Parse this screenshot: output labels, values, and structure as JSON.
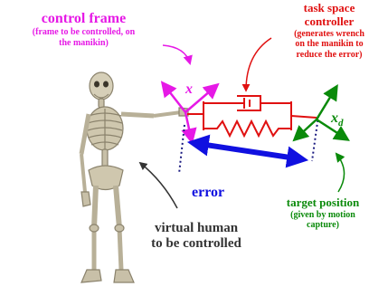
{
  "labels": {
    "control_frame_title": "control frame",
    "control_frame_note_line1": "(frame to be controlled, on",
    "control_frame_note_line2": "the manikin)",
    "controller_title_line1": "task space",
    "controller_title_line2": "controller",
    "controller_note_line1": "(generates wrench",
    "controller_note_line2": "on the manikin to",
    "controller_note_line3": "reduce the error)",
    "frame_x": "x",
    "frame_xd_base": "x",
    "frame_xd_sub": "d",
    "error": "error",
    "target_title": "target position",
    "target_note_line1": "(given by motion",
    "target_note_line2": "capture)",
    "human_line1": "virtual human",
    "human_line2": "to be controlled"
  },
  "colors": {
    "magenta": "#e619e6",
    "red": "#e01010",
    "green": "#0a8a0a",
    "blue": "#1010e0",
    "dark_gray": "#333333",
    "navy_dots": "#1a1a80",
    "bone": "#c8c0a8"
  }
}
